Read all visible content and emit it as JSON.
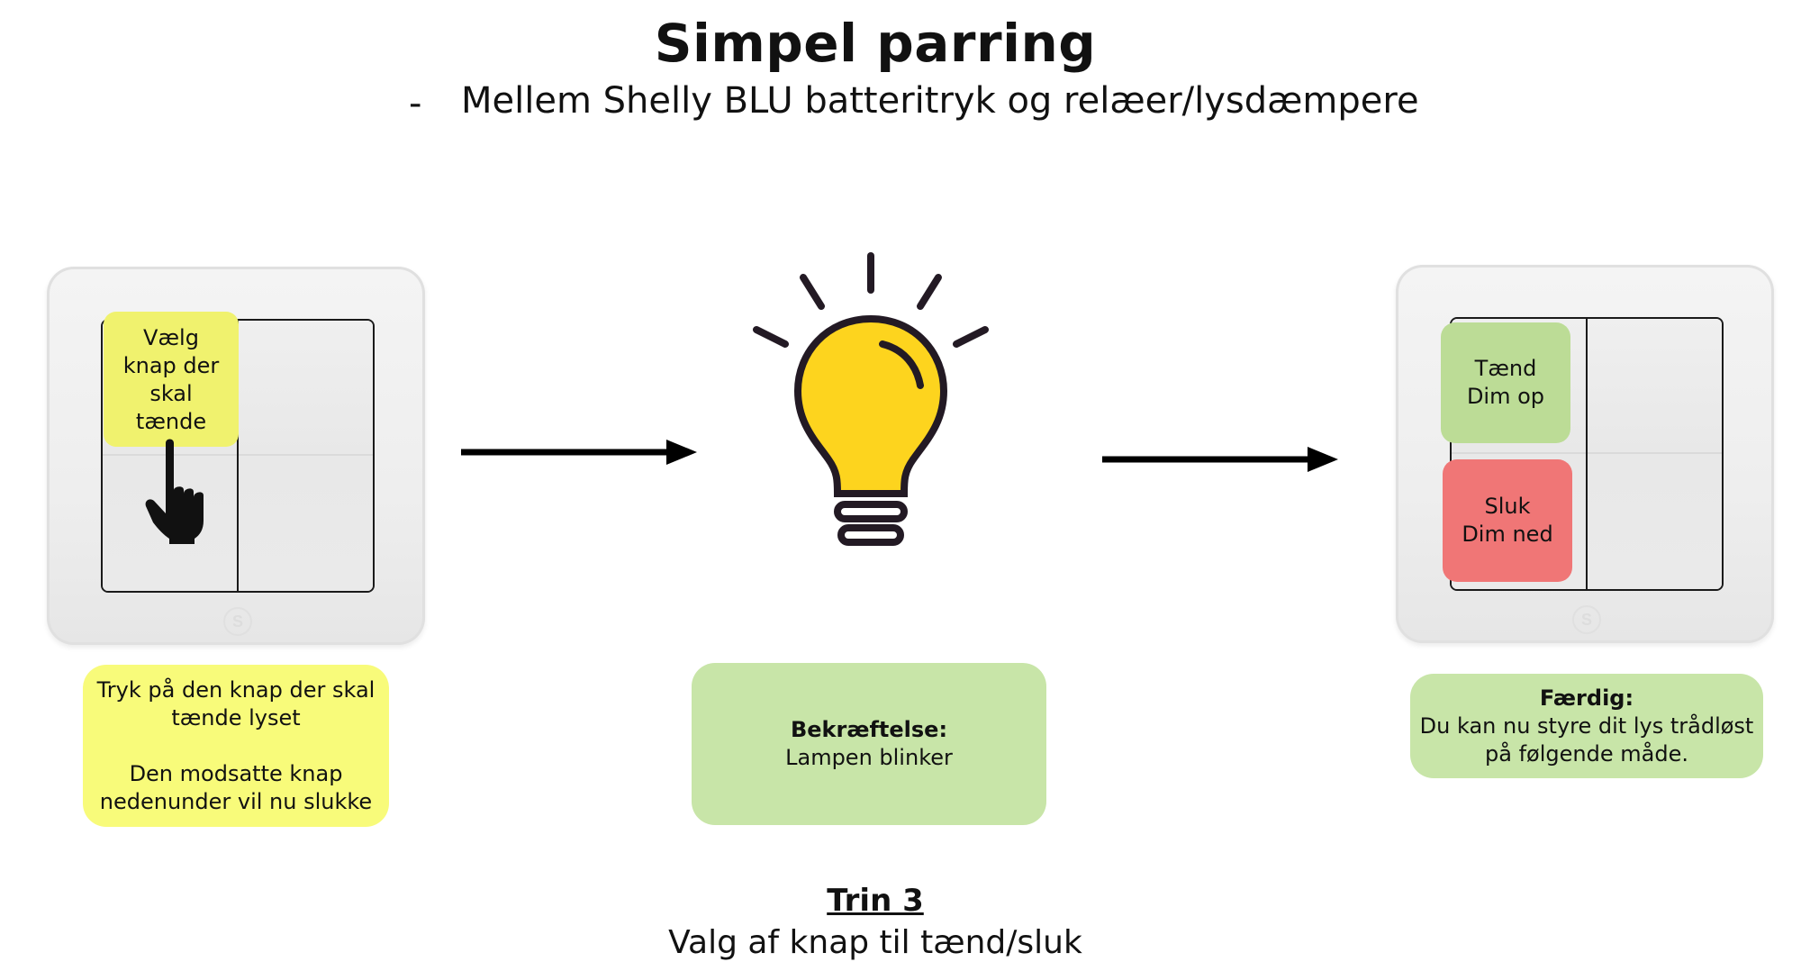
{
  "header": {
    "title": "Simpel parring",
    "subtitle_bullet": "-",
    "subtitle": "Mellem Shelly BLU batteritryk og relæer/lysdæmpere"
  },
  "left_switch": {
    "note_lines": [
      "Vælg",
      "knap der",
      "skal",
      "tænde"
    ],
    "note_color": "#f0f26e",
    "icon": "pointing-hand-icon"
  },
  "middle": {
    "icon": "light-bulb-icon",
    "bulb_color": "#fdd41e"
  },
  "right_switch": {
    "top_note": {
      "line1": "Tænd",
      "line2": "Dim op",
      "color": "#bcdc96"
    },
    "bottom_note": {
      "line1": "Sluk",
      "line2": "Dim ned",
      "color": "#f07676"
    }
  },
  "boxes": {
    "left": {
      "line1": "Tryk på den knap der skal",
      "line2": "tænde lyset",
      "line3": "Den modsatte knap",
      "line4": "nedenunder vil nu slukke",
      "color": "#f8fb7a"
    },
    "middle": {
      "heading": "Bekræftelse:",
      "text": "Lampen blinker",
      "color": "#c8e5a8"
    },
    "right": {
      "heading": "Færdig:",
      "line1": "Du kan nu styre dit lys trådløst",
      "line2": "på følgende måde.",
      "color": "#c8e5a8"
    }
  },
  "footer": {
    "step": "Trin 3",
    "description": "Valg af knap til tænd/sluk"
  }
}
